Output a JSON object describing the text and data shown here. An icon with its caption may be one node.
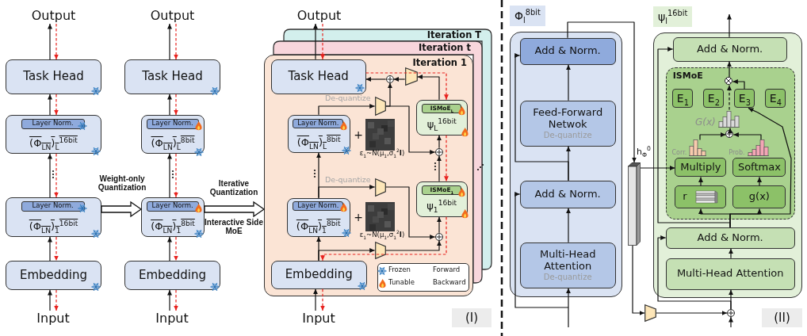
{
  "diagram": {
    "nodes": [
      {
        "text": [
          "Output"
        ]
      },
      {
        "text": [
          "Task Head"
        ]
      },
      {
        "text": [
          "(Φ$_{LN}$)$_{L}$$^{16bit}$"
        ]
      },
      {
        "text": [
          "Layer Norm."
        ],
        "in": 2
      },
      {
        "text": [
          "(Φ$_{LN}$)$_{1}$$^{16bit}$"
        ]
      },
      {
        "text": [
          "Layer Norm."
        ],
        "in": 4
      },
      {
        "text": [
          "Embedding"
        ]
      },
      {
        "text": [
          "Input"
        ]
      },
      {
        "text": [
          "Output"
        ]
      },
      {
        "text": [
          "Task Head"
        ]
      },
      {
        "text": [
          "(Φ$_{LN}$)$_{L}$$^{8bit}$"
        ]
      },
      {
        "text": [
          "Layer Norm."
        ],
        "in": 10
      },
      {
        "text": [
          "(Φ$_{LN}$)$_{1}$$^{8bit}$"
        ]
      },
      {
        "text": [
          "Layer Norm."
        ],
        "in": 12
      },
      {
        "text": [
          "Embedding"
        ]
      },
      {
        "text": [
          "Input"
        ]
      },
      {
        "text": [
          "Iteration T"
        ]
      },
      {
        "text": [
          "Iteration t"
        ]
      },
      {
        "text": [
          "Iteration 1"
        ]
      },
      {
        "text": [
          "Output"
        ]
      },
      {
        "text": [
          "Task Head"
        ],
        "in": 18
      },
      {
        "text": [],
        "shape": "trapezoid",
        "in": 18
      },
      {
        "text": [],
        "shape": "circle",
        "in": 18
      },
      {
        "text": [],
        "shape": "trapezoid",
        "in": 18,
        "beside": [
          "De-quantize"
        ]
      },
      {
        "text": [
          "(Φ$_{LN}$)$_{L}$$^{8bit}$"
        ],
        "in": 18
      },
      {
        "text": [
          "Layer Norm."
        ],
        "in": 24
      },
      {
        "text": [
          "ψ$_{L}$$^{16bit}$"
        ],
        "in": 18
      },
      {
        "text": [
          "ISMoE$_{L}$"
        ],
        "in": 26
      },
      {
        "text": [],
        "shape": "circle",
        "in": 18
      },
      {
        "text": [],
        "shape": "trapezoid",
        "in": 18,
        "beside": [
          "De-quantize"
        ]
      },
      {
        "text": [
          "ψ$_{1}$$^{16bit}$"
        ],
        "in": 18
      },
      {
        "text": [
          "ISMoE$_{1}$"
        ],
        "in": 30
      },
      {
        "text": [
          "(Φ$_{LN}$)$_{1}$$^{8bit}$"
        ],
        "in": 18
      },
      {
        "text": [
          "Layer Norm."
        ],
        "in": 32
      },
      {
        "text": [],
        "shape": "circle",
        "in": 18
      },
      {
        "text": [],
        "shape": "trapezoid",
        "in": 18
      },
      {
        "text": [
          "Embedding"
        ],
        "in": 18
      },
      {
        "text": [
          "Input"
        ]
      },
      {
        "text": [
          "Φ$_{l}$$^{8bit}$"
        ]
      },
      {
        "text": [
          "Add & Norm."
        ],
        "in": 38
      },
      {
        "text": [
          "Feed-Forward Netwok",
          "De-quantize"
        ],
        "in": 38
      },
      {
        "text": [
          "Add & Norm."
        ],
        "in": 38
      },
      {
        "text": [
          "Multi-Head Attention",
          "De-quantize"
        ],
        "in": 38
      },
      {
        "text": [],
        "shape": "bar",
        "beside": [
          "h$_{Φ}$$^{0}$"
        ]
      },
      {
        "text": [
          "ψ$_{l}$$^{16bit}$"
        ]
      },
      {
        "text": [
          "Add & Norm."
        ],
        "in": 44
      },
      {
        "text": [
          "ISMoE"
        ],
        "in": 44
      },
      {
        "text": [],
        "shape": "circle",
        "in": 46
      },
      {
        "text": [
          "E$_{1}$"
        ],
        "in": 46
      },
      {
        "text": [
          "E$_{2}$"
        ],
        "in": 46
      },
      {
        "text": [
          "E$_{3}$"
        ],
        "in": 46
      },
      {
        "text": [
          "E$_{4}$"
        ],
        "in": 46
      },
      {
        "text": [
          "G(x)"
        ],
        "in": 46
      },
      {
        "text": [],
        "shape": "circle",
        "in": 46
      },
      {
        "text": [
          "Corr."
        ],
        "in": 46
      },
      {
        "text": [
          "Prob."
        ],
        "in": 46
      },
      {
        "text": [
          "Multiply"
        ],
        "in": 46
      },
      {
        "text": [
          "Softmax"
        ],
        "in": 46
      },
      {
        "text": [
          "r"
        ],
        "in": 46
      },
      {
        "text": [
          "g(x)"
        ],
        "in": 46
      },
      {
        "text": [
          "Add & Norm."
        ],
        "in": 44
      },
      {
        "text": [
          "Multi-Head Attention"
        ],
        "in": 44
      },
      {
        "text": [],
        "shape": "trapezoid"
      },
      {
        "text": [],
        "shape": "circle"
      }
    ],
    "edges": [
      {
        "from": 7,
        "to": 6,
        "arrow": "to"
      },
      {
        "from": 6,
        "to": 4,
        "arrow": "to"
      },
      {
        "from": 4,
        "to": 2,
        "arrow": "to"
      },
      {
        "from": 2,
        "to": 1,
        "arrow": "to"
      },
      {
        "from": 1,
        "to": 0,
        "arrow": "to"
      },
      {
        "from": 0,
        "to": 1,
        "arrow": "to",
        "style": "dashed",
        "color": "#e8231f"
      },
      {
        "from": 1,
        "to": 2,
        "arrow": "to",
        "style": "dashed",
        "color": "#e8231f"
      },
      {
        "from": 2,
        "to": 4,
        "arrow": "to",
        "style": "dashed",
        "color": "#e8231f"
      },
      {
        "from": 4,
        "to": 6,
        "arrow": "to",
        "style": "dashed",
        "color": "#e8231f"
      },
      {
        "from": 6,
        "to": 7,
        "arrow": "to",
        "style": "dashed",
        "color": "#e8231f"
      },
      {
        "from": 15,
        "to": 14,
        "arrow": "to"
      },
      {
        "from": 14,
        "to": 12,
        "arrow": "to"
      },
      {
        "from": 12,
        "to": 10,
        "arrow": "to"
      },
      {
        "from": 10,
        "to": 9,
        "arrow": "to"
      },
      {
        "from": 9,
        "to": 8,
        "arrow": "to"
      },
      {
        "from": 8,
        "to": 9,
        "arrow": "to",
        "style": "dashed",
        "color": "#e8231f"
      },
      {
        "from": 9,
        "to": 10,
        "arrow": "to",
        "style": "dashed",
        "color": "#e8231f"
      },
      {
        "from": 10,
        "to": 12,
        "arrow": "to",
        "style": "dashed",
        "color": "#e8231f"
      },
      {
        "from": 12,
        "to": 14,
        "arrow": "to",
        "style": "dashed",
        "color": "#e8231f"
      },
      {
        "from": 14,
        "to": 15,
        "arrow": "to",
        "style": "dashed",
        "color": "#e8231f"
      },
      {
        "from": 37,
        "to": 36,
        "arrow": "to"
      },
      {
        "from": 36,
        "to": 32,
        "arrow": "to"
      },
      {
        "from": 36,
        "to": 35,
        "arrow": "to"
      },
      {
        "from": 35,
        "to": 34,
        "arrow": "to"
      },
      {
        "from": 32,
        "to": 29,
        "arrow": "to"
      },
      {
        "from": 32,
        "to": 24,
        "arrow": "to"
      },
      {
        "from": 29,
        "to": 34,
        "arrow": "to"
      },
      {
        "from": 34,
        "to": 30,
        "arrow": "to"
      },
      {
        "from": 30,
        "to": 28,
        "arrow": "to"
      },
      {
        "from": 24,
        "to": 23,
        "arrow": "to"
      },
      {
        "from": 23,
        "to": 28,
        "arrow": "to"
      },
      {
        "from": 28,
        "to": 26,
        "arrow": "to"
      },
      {
        "from": 26,
        "to": 21,
        "arrow": "to"
      },
      {
        "from": 21,
        "to": 22,
        "arrow": "to"
      },
      {
        "from": 23,
        "to": 22,
        "arrow": "to"
      },
      {
        "from": 22,
        "to": 20,
        "arrow": "to"
      },
      {
        "from": 20,
        "to": 19,
        "arrow": "to"
      },
      {
        "from": 19,
        "to": 20,
        "arrow": "to",
        "style": "dashed",
        "color": "#e8231f"
      },
      {
        "from": 20,
        "to": 26,
        "arrow": "to",
        "style": "dashed",
        "color": "#e8231f"
      },
      {
        "from": 26,
        "to": 30,
        "arrow": "to",
        "style": "dashed",
        "color": "#e8231f"
      },
      {
        "from": 30,
        "to": 36,
        "arrow": "to",
        "style": "dashed",
        "color": "#e8231f"
      },
      {
        "from": 36,
        "to": 37,
        "arrow": "to",
        "style": "dashed",
        "color": "#e8231f"
      },
      {
        "from": null,
        "to": 42,
        "arrow": "to"
      },
      {
        "from": 42,
        "to": 41,
        "arrow": "to"
      },
      {
        "from": 41,
        "to": 40,
        "arrow": "to"
      },
      {
        "from": 40,
        "to": 39,
        "arrow": "to"
      },
      {
        "from": null,
        "to": 41,
        "arrow": "to"
      },
      {
        "from": 41,
        "to": 39,
        "arrow": "to"
      },
      {
        "from": 39,
        "to": 43,
        "arrow": "to"
      },
      {
        "from": 43,
        "to": 56,
        "arrow": "to"
      },
      {
        "from": 43,
        "to": 62,
        "arrow": "to"
      },
      {
        "from": 62,
        "to": 63,
        "arrow": "to"
      },
      {
        "from": null,
        "to": 63,
        "arrow": "to"
      },
      {
        "from": 63,
        "to": 61,
        "arrow": "to"
      },
      {
        "from": 63,
        "to": 60,
        "arrow": "to"
      },
      {
        "from": 61,
        "to": 60,
        "arrow": "to"
      },
      {
        "from": 60,
        "to": 58,
        "arrow": "to"
      },
      {
        "from": 60,
        "to": 59,
        "arrow": "to"
      },
      {
        "from": 60,
        "to": 50,
        "arrow": "to"
      },
      {
        "from": 60,
        "to": 45,
        "arrow": "to"
      },
      {
        "from": 58,
        "to": 56,
        "arrow": "to"
      },
      {
        "from": 59,
        "to": 57,
        "arrow": "to"
      },
      {
        "from": 54,
        "to": 53,
        "arrow": "to"
      },
      {
        "from": 55,
        "to": 53,
        "arrow": "to"
      },
      {
        "from": 53,
        "to": 52,
        "arrow": "to"
      },
      {
        "from": 52,
        "to": 47,
        "arrow": "to",
        "style": "dashed"
      },
      {
        "from": 50,
        "to": 47,
        "arrow": "to"
      },
      {
        "from": 47,
        "to": 45,
        "arrow": "to"
      },
      {
        "from": 45,
        "to": null,
        "arrow": "to"
      },
      {
        "from": 4,
        "to": 12,
        "arrow": "to",
        "style": "thick"
      },
      {
        "from": 12,
        "to": 18,
        "arrow": "to",
        "style": "thick"
      }
    ],
    "labels": [
      "Weight-only Quantization",
      "Iterative Quantization",
      "Interactive Side MoE",
      "+",
      "ε$_{1}$~N(μ$_{1}$,σ$_{1}$$^{2}$**I**)",
      "+",
      "ε$_{1}$~N(μ$_{1}$,σ$_{1}$$^{2}$**I**)",
      "(I)",
      "(II)"
    ],
    "legend": [
      {
        "text": "Frozen"
      },
      {
        "text": "Forward"
      },
      {
        "text": "Tunable"
      },
      {
        "text": "Backward"
      }
    ]
  }
}
